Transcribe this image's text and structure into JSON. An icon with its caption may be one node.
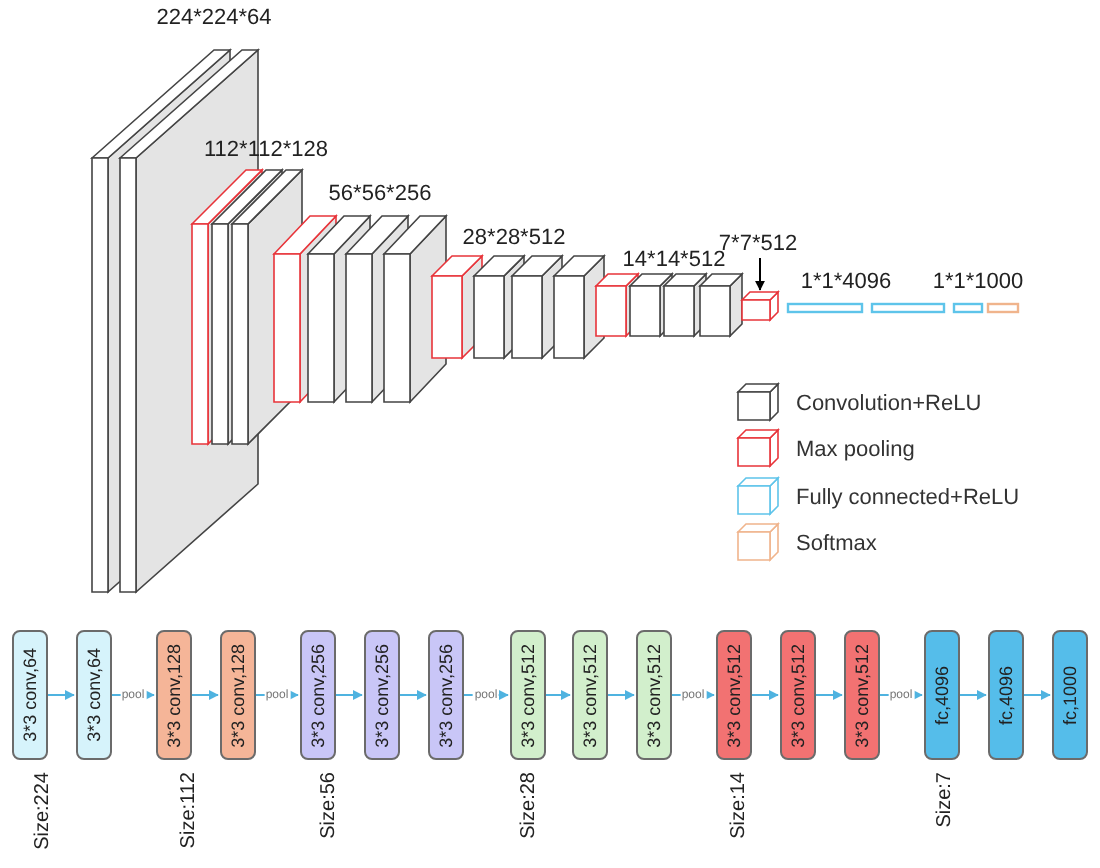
{
  "diagram": {
    "nodes": [
      {
        "text": [
          "7*7*512"
        ]
      },
      {
        "text": [],
        "shape": "box"
      },
      {
        "text": [
          "3*3 conv,64"
        ]
      },
      {
        "text": [
          "3*3 conv,64"
        ]
      },
      {
        "text": [
          "3*3 conv,128"
        ]
      },
      {
        "text": [
          "3*3 conv,128"
        ]
      },
      {
        "text": [
          "3*3 conv,256"
        ]
      },
      {
        "text": [
          "3*3 conv,256"
        ]
      },
      {
        "text": [
          "3*3 conv,256"
        ]
      },
      {
        "text": [
          "3*3 conv,512"
        ]
      },
      {
        "text": [
          "3*3 conv,512"
        ]
      },
      {
        "text": [
          "3*3 conv,512"
        ]
      },
      {
        "text": [
          "3*3 conv,512"
        ]
      },
      {
        "text": [
          "3*3 conv,512"
        ]
      },
      {
        "text": [
          "3*3 conv,512"
        ]
      },
      {
        "text": [
          "fc,4096"
        ]
      },
      {
        "text": [
          "fc,4096"
        ]
      },
      {
        "text": [
          "fc,1000"
        ]
      }
    ],
    "edges": [
      {
        "from": 0,
        "to": 1,
        "arrow": "to",
        "color": "#000000"
      },
      {
        "from": 2,
        "to": 3,
        "arrow": "to"
      },
      {
        "from": 3,
        "to": 4,
        "arrow": "to",
        "label": "pool"
      },
      {
        "from": 4,
        "to": 5,
        "arrow": "to"
      },
      {
        "from": 5,
        "to": 6,
        "arrow": "to",
        "label": "pool"
      },
      {
        "from": 6,
        "to": 7,
        "arrow": "to"
      },
      {
        "from": 7,
        "to": 8,
        "arrow": "to"
      },
      {
        "from": 8,
        "to": 9,
        "arrow": "to",
        "label": "pool"
      },
      {
        "from": 9,
        "to": 10,
        "arrow": "to"
      },
      {
        "from": 10,
        "to": 11,
        "arrow": "to"
      },
      {
        "from": 11,
        "to": 12,
        "arrow": "to",
        "label": "pool"
      },
      {
        "from": 12,
        "to": 13,
        "arrow": "to"
      },
      {
        "from": 13,
        "to": 14,
        "arrow": "to"
      },
      {
        "from": 14,
        "to": 15,
        "arrow": "to",
        "label": "pool"
      },
      {
        "from": 15,
        "to": 16,
        "arrow": "to"
      },
      {
        "from": 16,
        "to": 17,
        "arrow": "to"
      }
    ],
    "labels": [
      "224*224*64",
      "112*112*128",
      "56*56*256",
      "28*28*512",
      "14*14*512",
      "1*1*4096",
      "1*1*1000",
      "Size:224",
      "Size:112",
      "Size:56",
      "Size:28",
      "Size:14",
      "Size:7"
    ],
    "legend": [
      {
        "text": "Convolution+ReLU"
      },
      {
        "text": "Max pooling"
      },
      {
        "text": "Fully connected+ReLU"
      },
      {
        "text": "Softmax"
      }
    ]
  }
}
